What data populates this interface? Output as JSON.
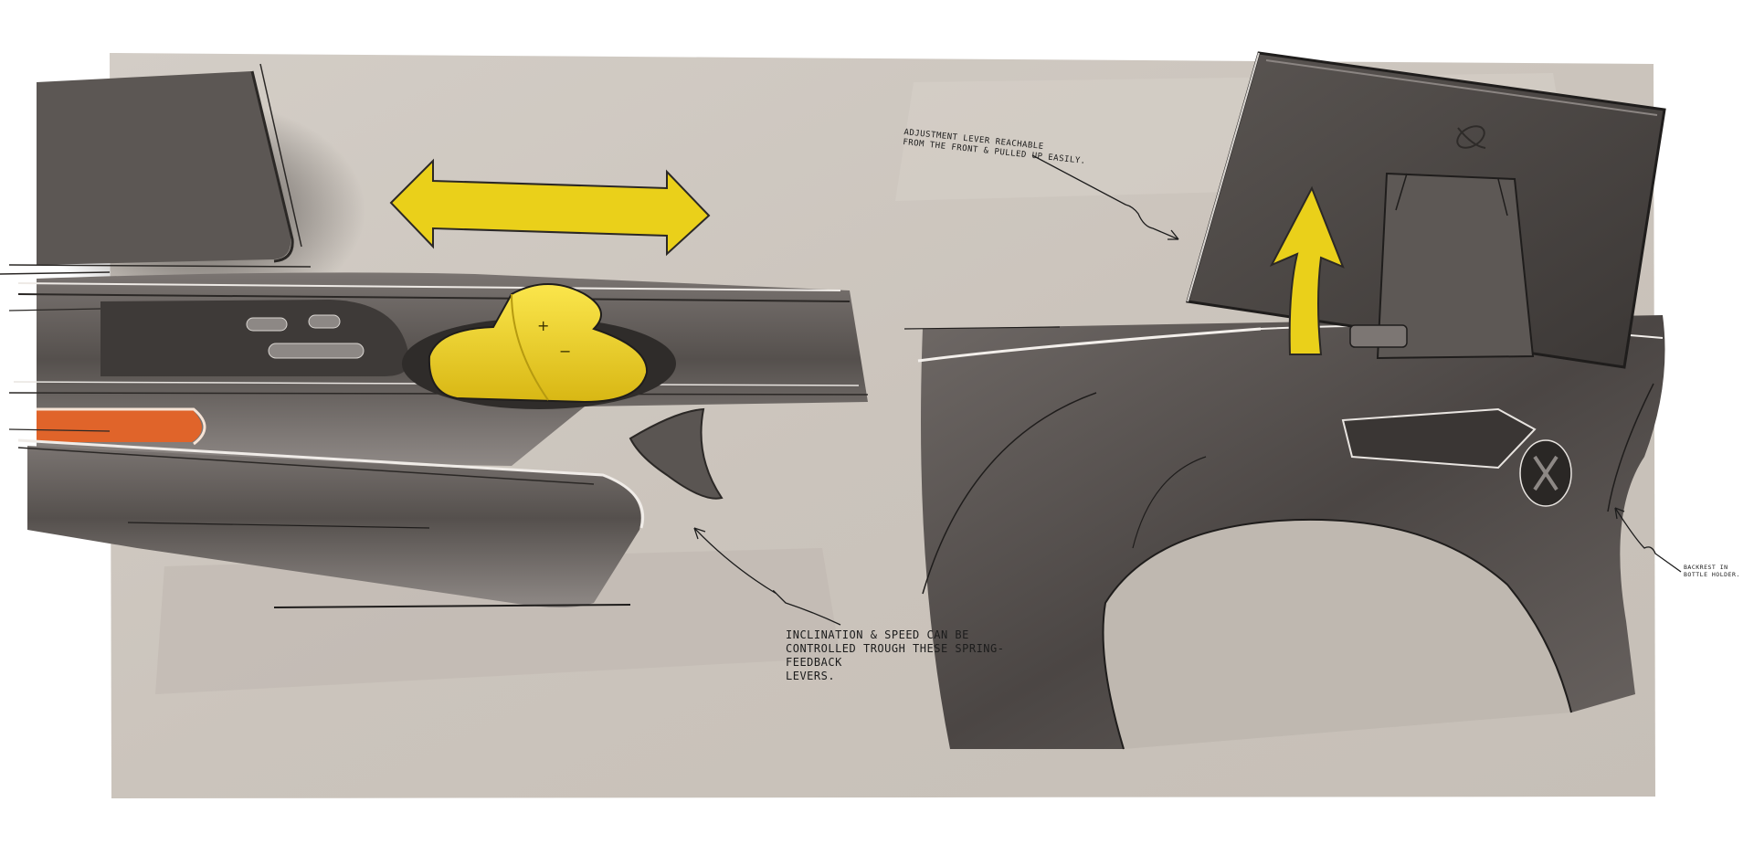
{
  "annotations": {
    "adjustment_lever": "ADJUSTMENT LEVER REACHABLE\nFROM THE FRONT & PULLED UP EASILY.",
    "inclination_speed": "INCLINATION & SPEED CAN BE\nCONTROLLED TROUGH THESE SPRING-FEEDBACK\nLEVERS.",
    "backrest": "BACKREST IN\nBOTTLE HOLDER."
  },
  "control_symbols": {
    "plus": "+",
    "minus": "−"
  },
  "colors": {
    "paper": "#ffffff",
    "backdrop": "#ccc5bd",
    "body_dark": "#4b4644",
    "body_mid": "#6c6664",
    "body_light": "#9a9491",
    "accent_yellow": "#f2d81e",
    "accent_orange": "#e0642a",
    "screen": "#4a4644",
    "ink": "#1c1c1c"
  },
  "icons": [
    "double-arrow-icon",
    "curved-arrow-up-icon",
    "brand-logo-icon",
    "vent-knob-icon"
  ]
}
